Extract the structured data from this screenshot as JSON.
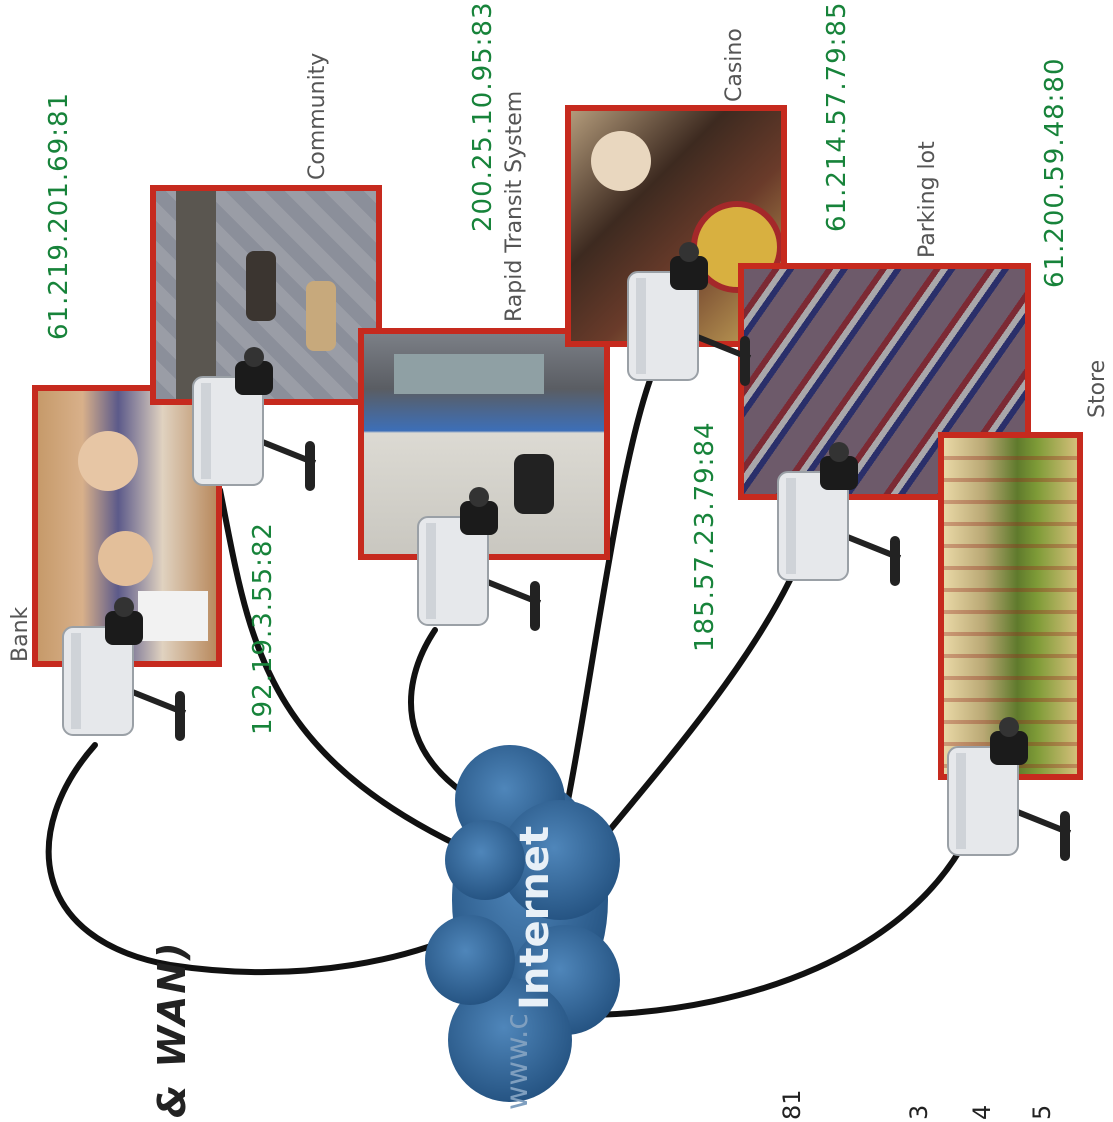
{
  "cloud": {
    "label": "Internet",
    "url_hint": "www.c"
  },
  "wan_label": "& WAN)",
  "sites": [
    {
      "name": "Bank",
      "ip": "61.219.201.69:81"
    },
    {
      "name": "Community",
      "ip": "192.19.3.55:82"
    },
    {
      "name": "Rapid Transit System",
      "ip": "200.25.10.95:83"
    },
    {
      "name": "Casino",
      "ip": "185.57.23.79:84"
    },
    {
      "name": "Parking lot",
      "ip": "61.214.57.79:85"
    },
    {
      "name": "Store",
      "ip": "61.200.59.48:80"
    }
  ],
  "fragments": [
    "81",
    "3",
    "4",
    "5"
  ],
  "colors": {
    "frame": "#c62a1e",
    "ip": "#17833a",
    "cloud": "#2d5f8f"
  }
}
